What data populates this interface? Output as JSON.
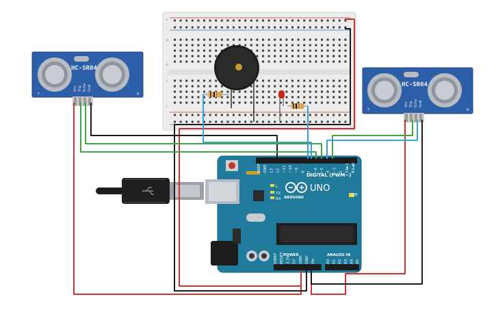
{
  "sensor_left": {
    "title": "HC-SR04",
    "pins": [
      "Vcc",
      "Trig",
      "Echo",
      "Gnd"
    ],
    "mark_t": "T",
    "mark_r": "R"
  },
  "sensor_right": {
    "title": "HC-SR04",
    "pins": [
      "Vcc",
      "Trig",
      "Echo",
      "Gnd"
    ],
    "mark_t": "T",
    "mark_r": "R"
  },
  "breadboard": {
    "rows_top": [
      "a",
      "b",
      "c",
      "d",
      "e"
    ],
    "rows_bottom": [
      "f",
      "g",
      "h",
      "i",
      "j"
    ],
    "plus": "+",
    "minus": "-"
  },
  "arduino": {
    "brand": "ARDUINO",
    "model": "UNO",
    "digital_label": "DIGITAL (PWM~)",
    "power_label": "POWER",
    "analog_label": "ANALOG IN",
    "on_label": "ON",
    "l_label": "L",
    "tx_label": "TX",
    "rx_label": "RX",
    "top_pins": [
      "AREF",
      "GND",
      "13",
      "12",
      "~11",
      "~10",
      "~9",
      "8",
      "7",
      "~6",
      "~5",
      "4",
      "~3",
      "2",
      "TX►1",
      "RX◄0"
    ],
    "power_pins": [
      "IOREF",
      "RESET",
      "3.3V",
      "5V",
      "GND",
      "GND",
      "Vin"
    ],
    "analog_pins": [
      "A0",
      "A1",
      "A2",
      "A3",
      "A4",
      "A5"
    ]
  },
  "colors": {
    "sensor_blue": "#2c5fa8",
    "board_teal": "#1f7a9c",
    "wire_red": "#d0312d",
    "wire_green": "#3aa84a",
    "wire_blue": "#3a9fd4",
    "wire_black": "#1a1a1a"
  }
}
